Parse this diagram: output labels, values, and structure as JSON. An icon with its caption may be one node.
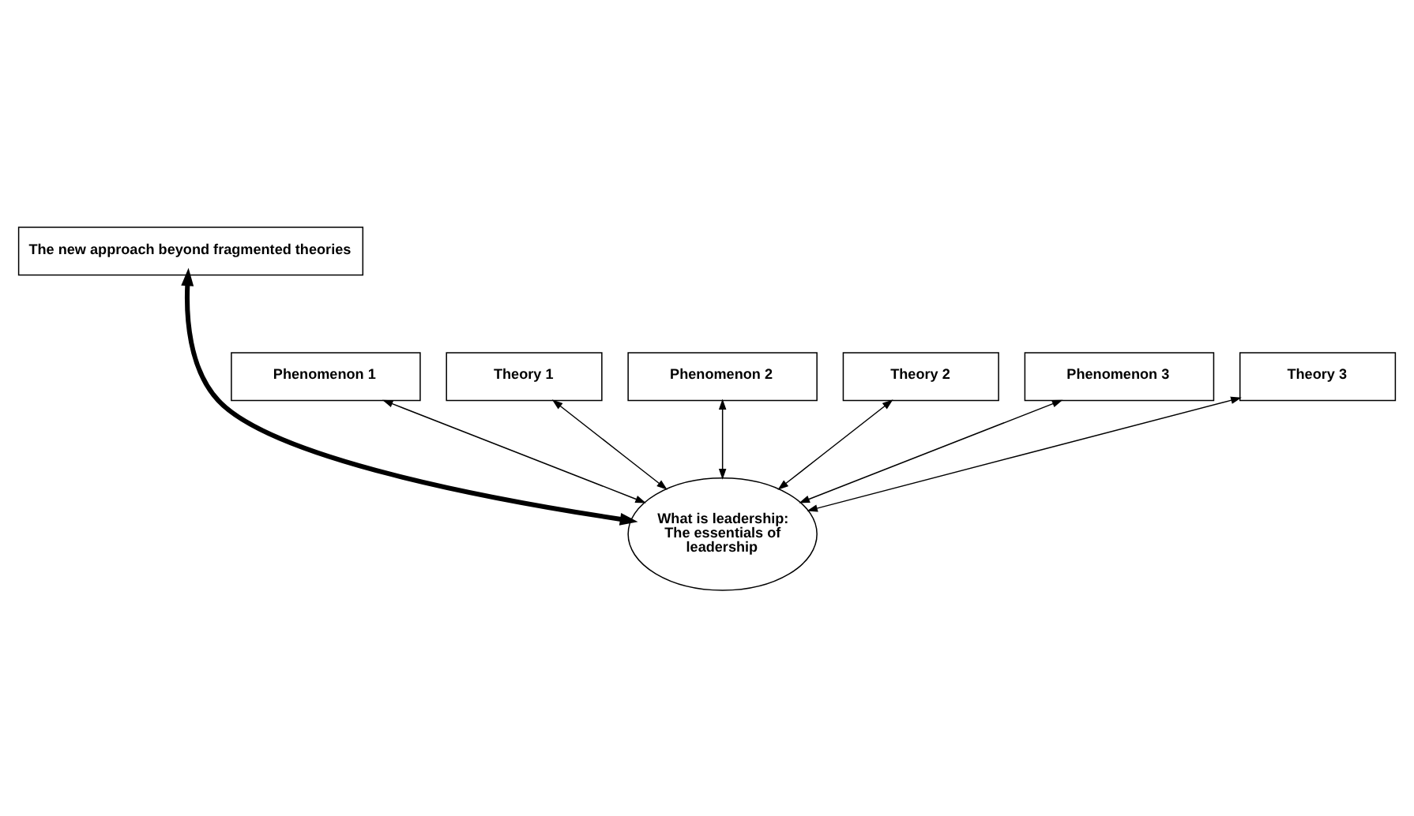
{
  "diagram": {
    "nodes": [
      {
        "text": [
          "The new approach beyond fragmented theories"
        ]
      },
      {
        "text": [
          "Phenomenon 1"
        ]
      },
      {
        "text": [
          "Theory 1"
        ]
      },
      {
        "text": [
          "Phenomenon 2"
        ]
      },
      {
        "text": [
          "Theory 2"
        ]
      },
      {
        "text": [
          "Phenomenon 3"
        ]
      },
      {
        "text": [
          "Theory 3"
        ]
      },
      {
        "text": [
          "What is leadership: The essentials of leadership"
        ]
      }
    ],
    "edges": [
      {
        "from": 0,
        "to": 7,
        "arrow": "both",
        "style": "thick"
      },
      {
        "from": 1,
        "to": 7,
        "arrow": "both"
      },
      {
        "from": 3,
        "to": 7,
        "arrow": "both"
      },
      {
        "from": 5,
        "to": 7,
        "arrow": "both"
      },
      {
        "from": 2,
        "to": 7,
        "arrow": "both"
      },
      {
        "from": 4,
        "to": 7,
        "arrow": "both"
      },
      {
        "from": 6,
        "to": 7,
        "arrow": "both"
      }
    ]
  }
}
